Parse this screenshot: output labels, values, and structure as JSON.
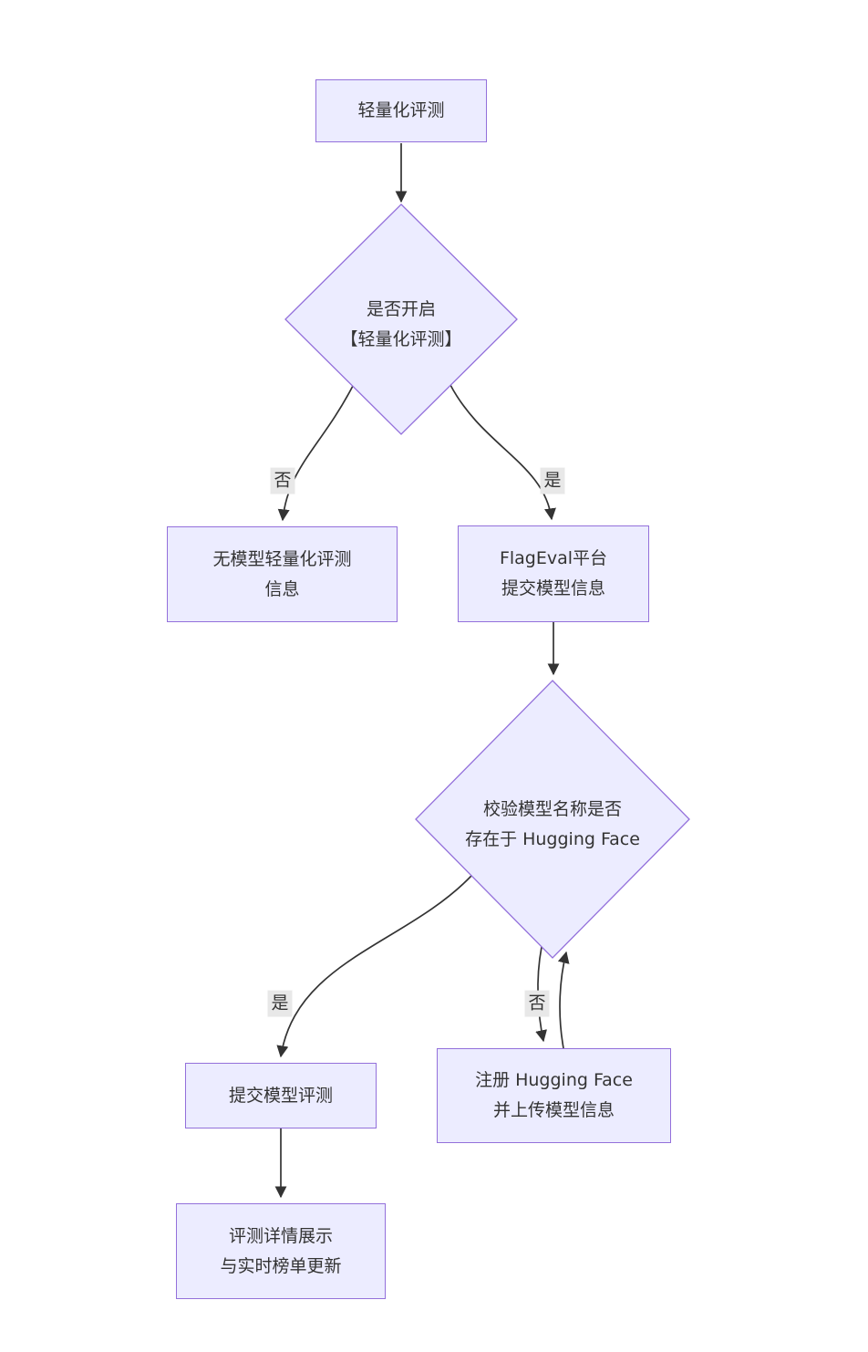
{
  "diagram": {
    "type": "flowchart",
    "direction": "top-down",
    "colors": {
      "background": "#ffffff",
      "node_fill": "#ECECFF",
      "node_border": "#9370DB",
      "edge": "#333333",
      "text": "#333333",
      "edge_label_bg": "#e8e8e8"
    },
    "nodes": {
      "start": {
        "shape": "rect",
        "lines": [
          "轻量化评测"
        ]
      },
      "decision_enable": {
        "shape": "diamond",
        "lines": [
          "是否开启",
          "【轻量化评测】"
        ]
      },
      "no_light_info": {
        "shape": "rect",
        "lines": [
          "无模型轻量化评测",
          "信息"
        ]
      },
      "flageval_submit": {
        "shape": "rect",
        "lines": [
          "FlagEval平台",
          "提交模型信息"
        ]
      },
      "decision_hf": {
        "shape": "diamond",
        "lines": [
          "校验模型名称是否",
          "存在于 Hugging Face"
        ]
      },
      "submit_eval": {
        "shape": "rect",
        "lines": [
          "提交模型评测"
        ]
      },
      "register_hf": {
        "shape": "rect",
        "lines": [
          "注册 Hugging Face",
          "并上传模型信息"
        ]
      },
      "show_results": {
        "shape": "rect",
        "lines": [
          "评测详情展示",
          "与实时榜单更新"
        ]
      }
    },
    "edges": [
      {
        "from": "start",
        "to": "decision_enable",
        "label": ""
      },
      {
        "from": "decision_enable",
        "to": "no_light_info",
        "label": "否"
      },
      {
        "from": "decision_enable",
        "to": "flageval_submit",
        "label": "是"
      },
      {
        "from": "flageval_submit",
        "to": "decision_hf",
        "label": ""
      },
      {
        "from": "decision_hf",
        "to": "submit_eval",
        "label": "是"
      },
      {
        "from": "decision_hf",
        "to": "register_hf",
        "label": "否"
      },
      {
        "from": "register_hf",
        "to": "decision_hf",
        "label": ""
      },
      {
        "from": "submit_eval",
        "to": "show_results",
        "label": ""
      }
    ]
  }
}
